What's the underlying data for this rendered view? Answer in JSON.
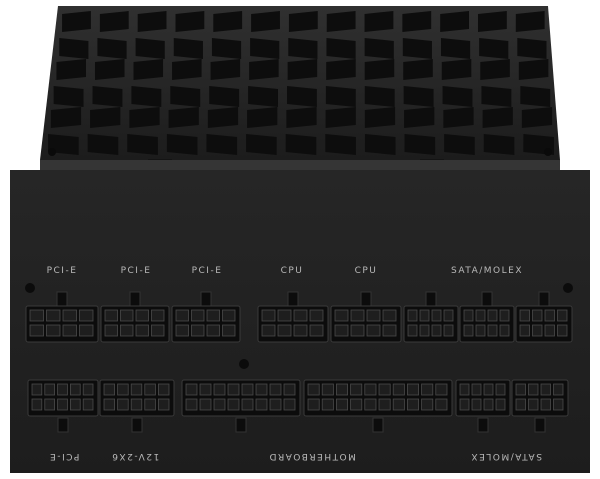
{
  "psu": {
    "labels_top": [
      "PCI-E",
      "PCI-E",
      "PCI-E",
      "CPU",
      "CPU",
      "SATA/MOLEX"
    ],
    "labels_bottom": [
      "PCI-E",
      "12V-2X6",
      "MOTHERBOARD",
      "SATA/MOLEX"
    ]
  },
  "colors": {
    "body": "#212121",
    "fan_grill": "#0f0f0f",
    "connector": "#0c0c0c",
    "label": "#b9b9b9"
  }
}
